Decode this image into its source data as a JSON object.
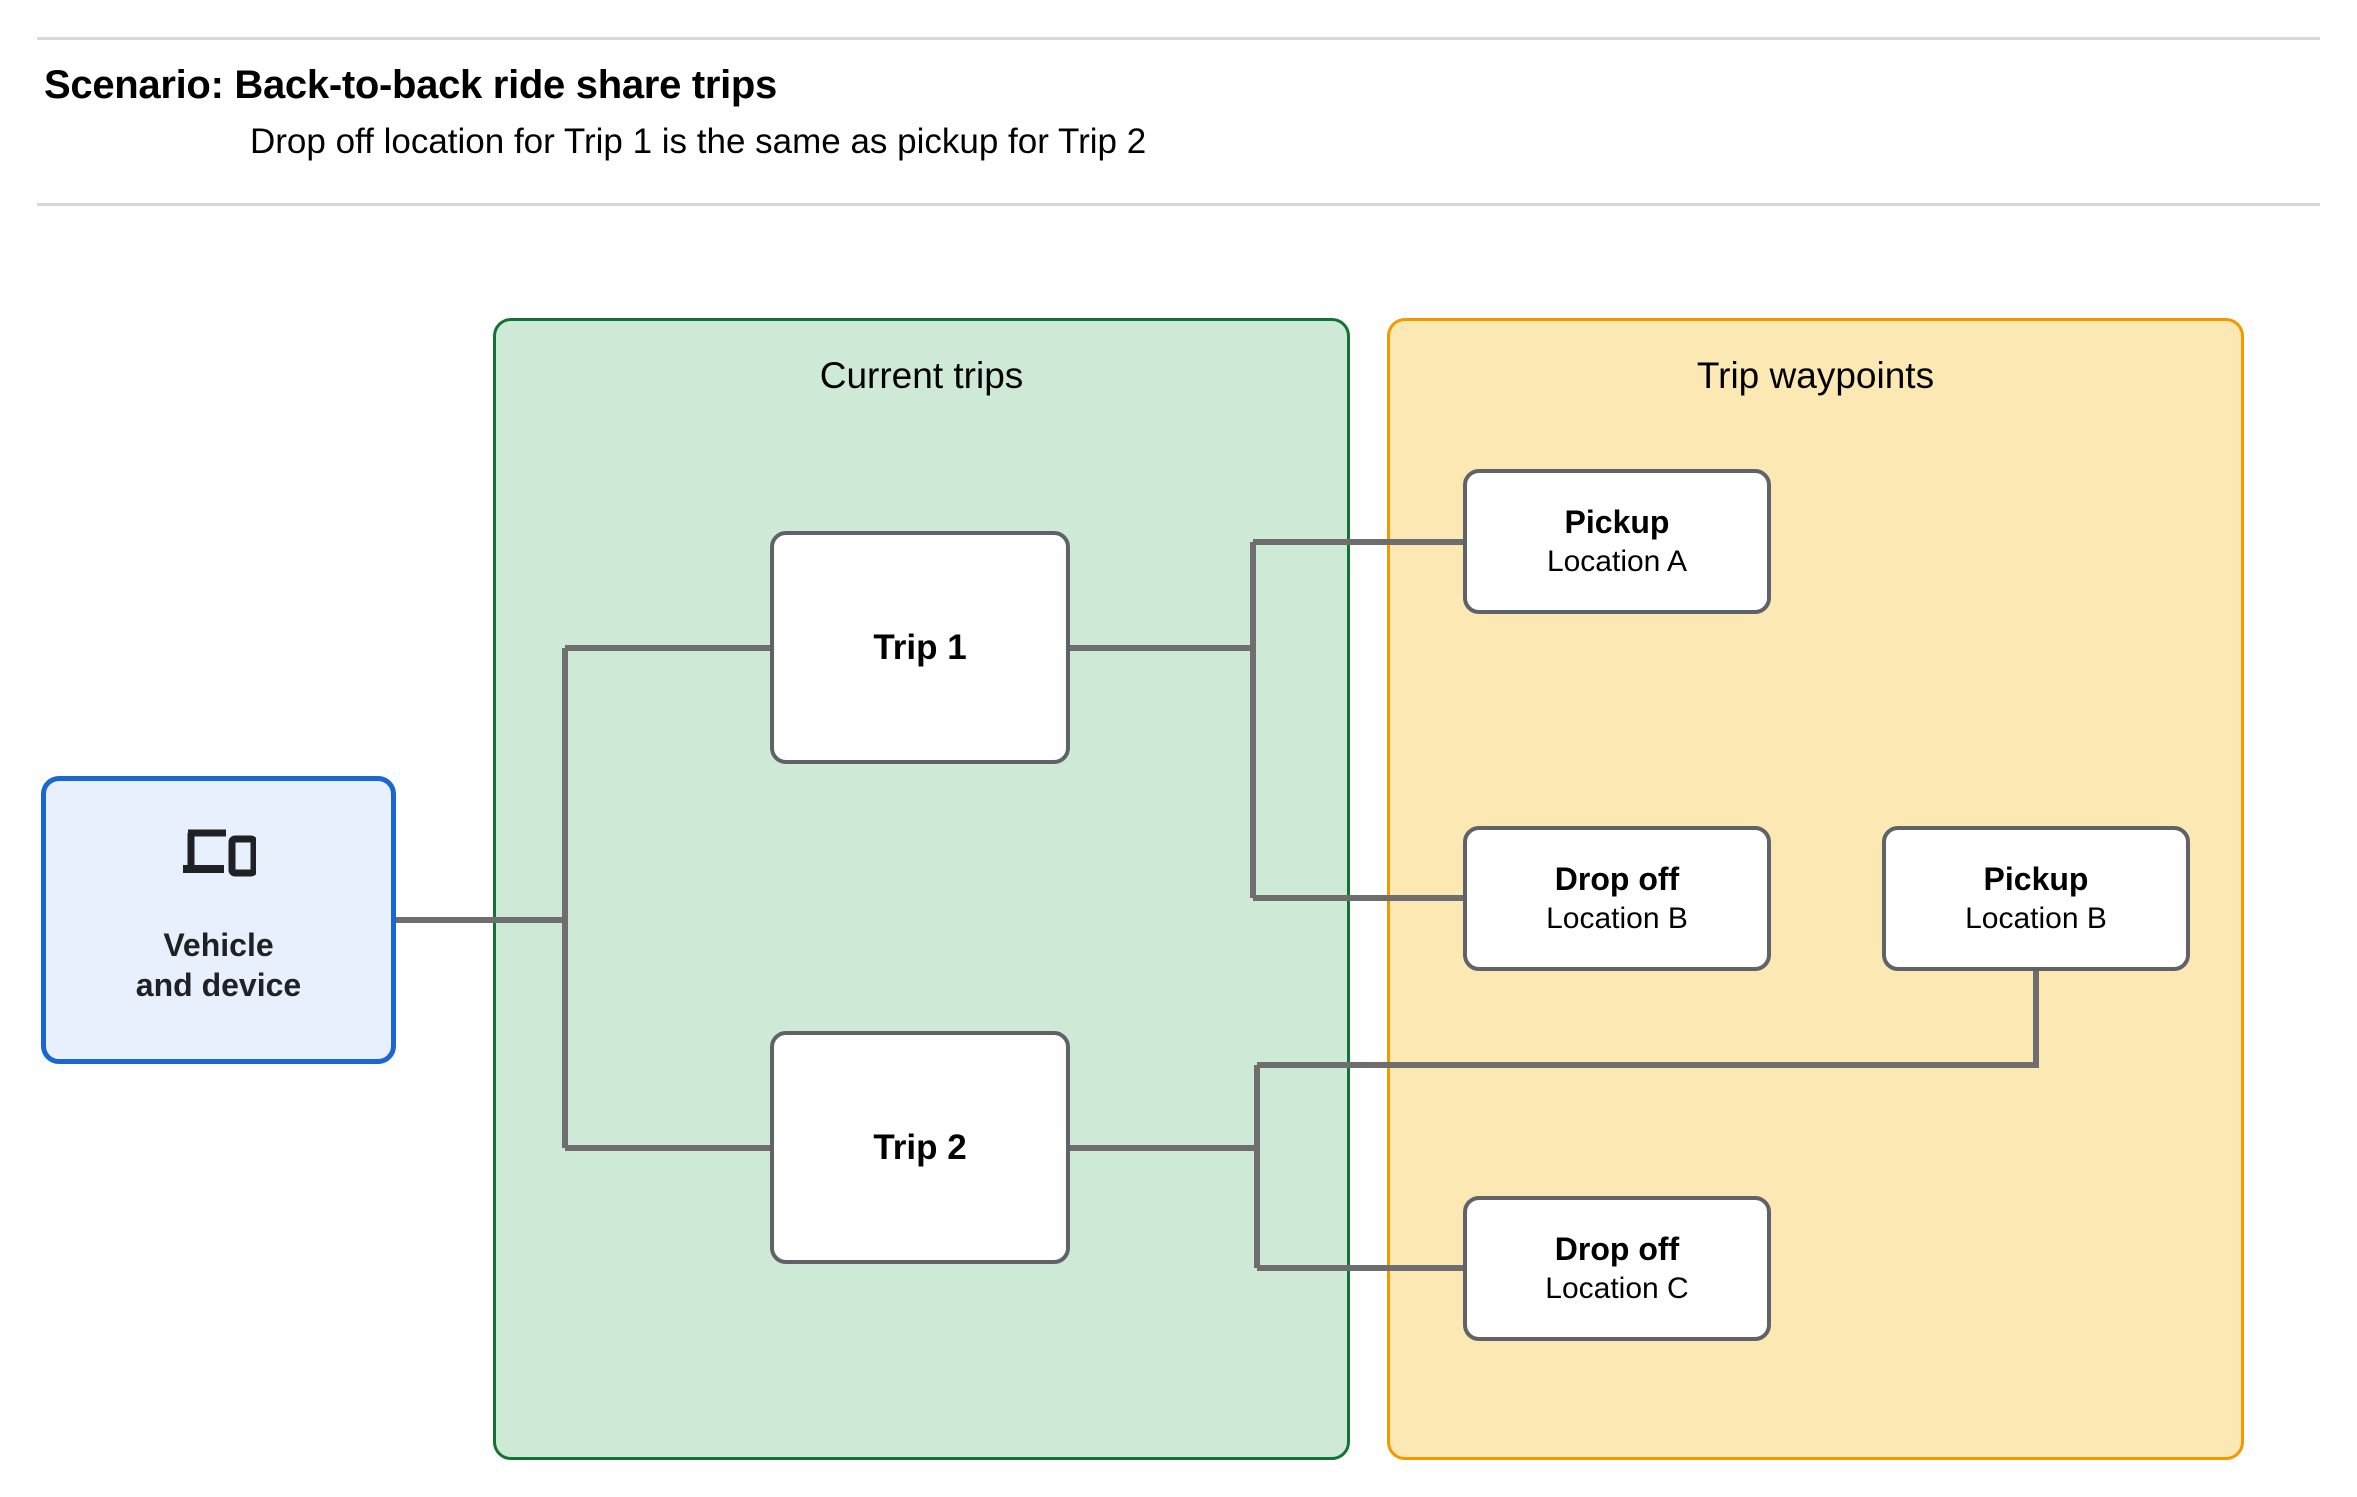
{
  "header": {
    "title": "Scenario: Back-to-back ride share trips",
    "subtitle": "Drop off  location for Trip 1 is the same as pickup for Trip 2"
  },
  "colors": {
    "current_trips_fill": "#ceead6",
    "current_trips_border": "#137333",
    "trip_waypoints_fill": "#fce8b2",
    "trip_waypoints_border": "#f29900",
    "vehicle_fill": "#e8f0fe",
    "vehicle_border": "#1a67d2",
    "node_border": "#5f6368",
    "node_fill": "#ffffff",
    "wire": "#6e6e6e",
    "rule": "#d8d8d8"
  },
  "vehicle": {
    "icon": "devices-icon",
    "label": "Vehicle\nand device"
  },
  "groups": {
    "current_trips": {
      "title": "Current trips",
      "nodes": [
        {
          "id": "trip-1",
          "title": "Trip 1"
        },
        {
          "id": "trip-2",
          "title": "Trip 2"
        }
      ]
    },
    "trip_waypoints": {
      "title": "Trip waypoints",
      "nodes": [
        {
          "id": "pickup-a",
          "title": "Pickup",
          "subtitle": "Location A"
        },
        {
          "id": "dropoff-b",
          "title": "Drop off",
          "subtitle": "Location B"
        },
        {
          "id": "pickup-b",
          "title": "Pickup",
          "subtitle": "Location B"
        },
        {
          "id": "dropoff-c",
          "title": "Drop off",
          "subtitle": "Location C"
        }
      ]
    }
  },
  "connections": [
    {
      "from": "vehicle",
      "to": "trip-1"
    },
    {
      "from": "vehicle",
      "to": "trip-2"
    },
    {
      "from": "trip-1",
      "to": "pickup-a"
    },
    {
      "from": "trip-1",
      "to": "dropoff-b"
    },
    {
      "from": "trip-2",
      "to": "pickup-b"
    },
    {
      "from": "trip-2",
      "to": "dropoff-c"
    }
  ]
}
